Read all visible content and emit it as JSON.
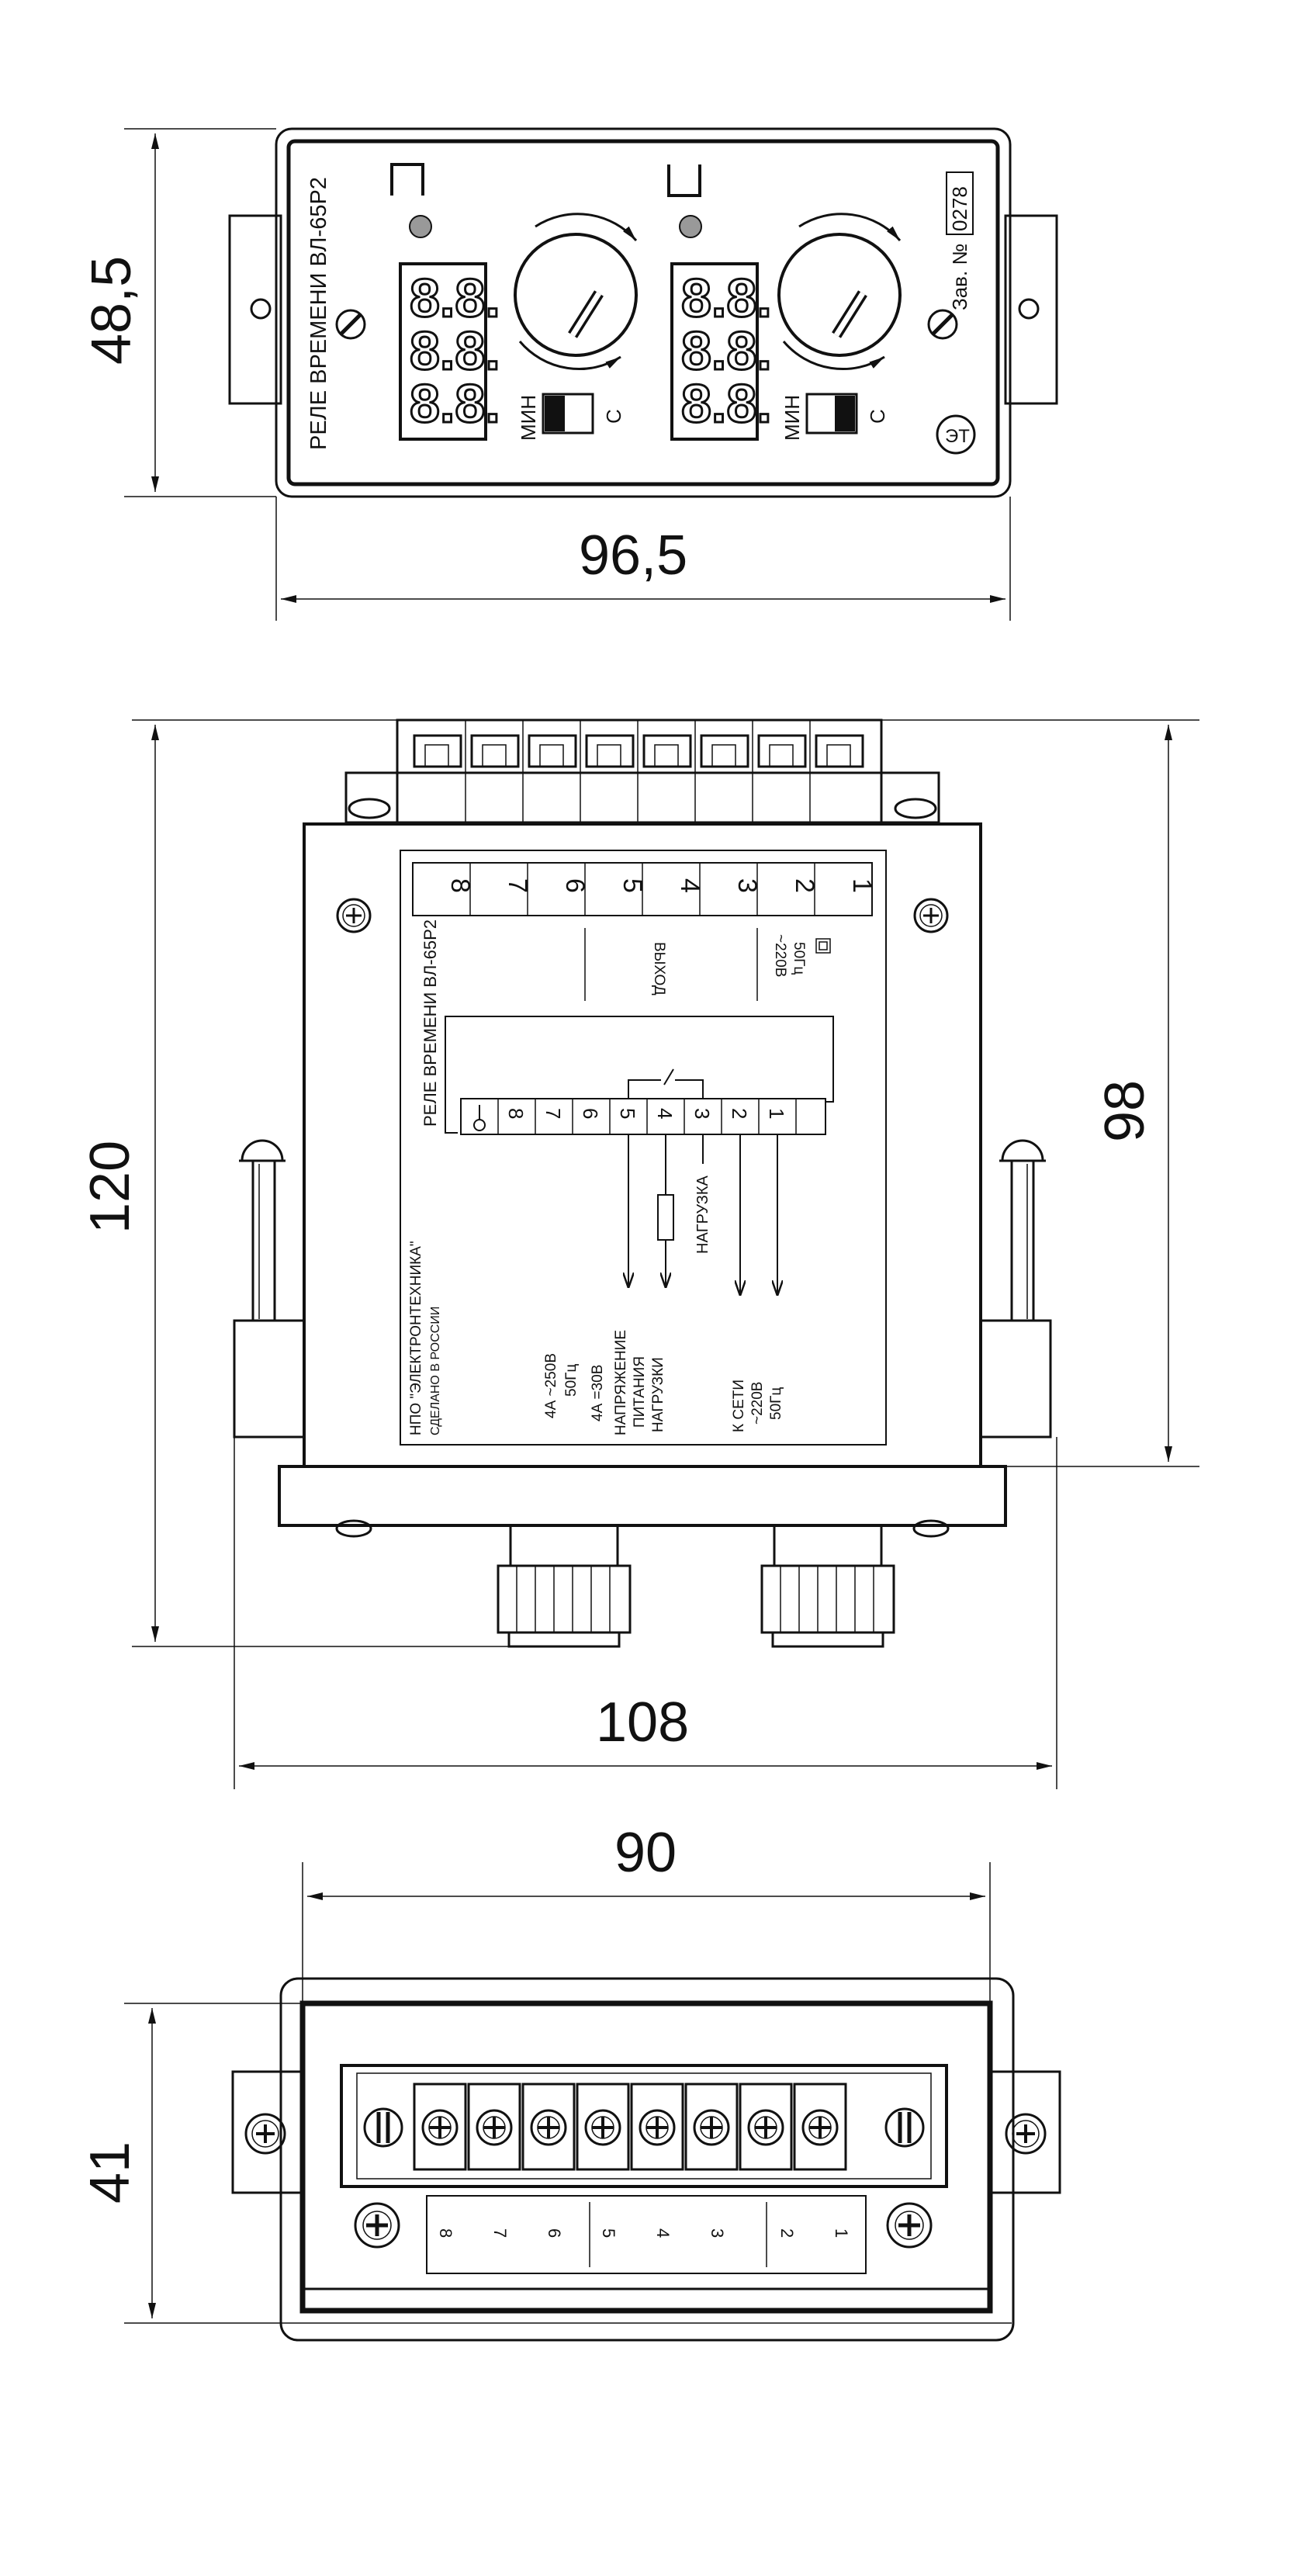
{
  "top_view": {
    "title": "РЕЛЕ ВРЕМЕНИ ВЛ-65Р2",
    "mode_min": "МИН",
    "mode_sec": "С",
    "serial_label": "Зав. №",
    "serial_number": "0278",
    "digit_glyph": "8.8.",
    "dim_height": "48,5",
    "dim_width": "96,5"
  },
  "side_view": {
    "terminals_top": [
      "8",
      "7",
      "6",
      "5",
      "4",
      "3",
      "2",
      "1"
    ],
    "output_label": "ВЫХОД",
    "supply_label": "~220В\n50Гц",
    "relay_label": "РЕЛЕ ВРЕМЕНИ ВЛ-65Р2",
    "terminals_inner": [
      "8",
      "7",
      "6",
      "5",
      "4",
      "3",
      "2",
      "1"
    ],
    "load_label": "НАГРУЗКА",
    "manufacturer_line1": "НПО \"ЭЛЕКТРОНТЕХНИКА\"",
    "manufacturer_line2": "СДЕЛАНО В РОССИИ",
    "rating_ac_line1": "4А  ~250В",
    "rating_ac_line2": "50Гц",
    "rating_dc": "4А  =30В",
    "load_voltage_line1": "НАПРЯЖЕНИЕ",
    "load_voltage_line2": "ПИТАНИЯ",
    "load_voltage_line3": "НАГРУЗКИ",
    "mains_line1": "К СЕТИ",
    "mains_line2": "~220В",
    "mains_line3": "50Гц",
    "dim_height": "120",
    "dim_height_inner": "98",
    "dim_width": "108"
  },
  "bottom_view": {
    "terminal_numbers": [
      "8",
      "7",
      "6",
      "5",
      "4",
      "3",
      "2",
      "1"
    ],
    "dim_width": "90",
    "dim_height": "41"
  }
}
